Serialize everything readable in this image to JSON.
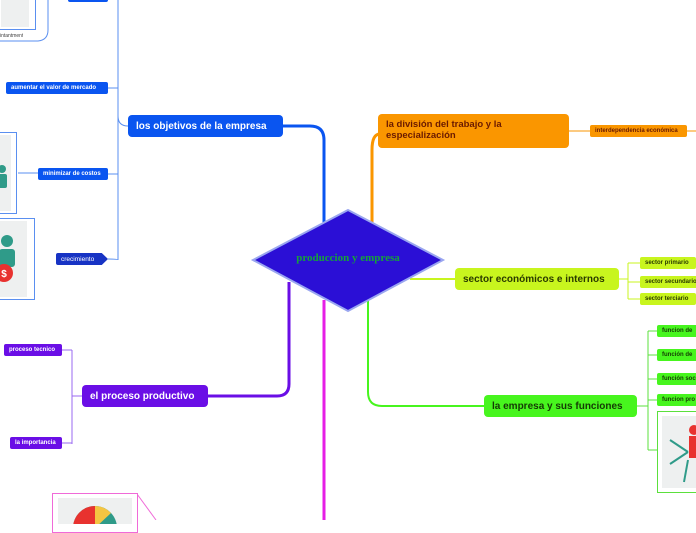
{
  "central": {
    "label": "produccion y empresa",
    "color": "#2b0fd6",
    "text_color": "#15a33a"
  },
  "branches": {
    "objetivos": {
      "label": "los objetivos de la empresa",
      "children": [
        "aumentar el valor de mercado",
        "minimizar de costos",
        "crecimiento"
      ],
      "top_fragment": "intantment"
    },
    "proceso": {
      "label": "el proceso productivo",
      "children": [
        "proceso tecnico",
        "la importancia"
      ]
    },
    "division": {
      "label": "la división del trabajo y la especialización",
      "children": [
        "interdependencia económica"
      ]
    },
    "sector": {
      "label": "sector económicos e internos",
      "children": [
        "sector primario",
        "sector secundario",
        "sector terciario"
      ]
    },
    "empresa": {
      "label": "la empresa y sus funciones",
      "children": [
        "funcion de",
        "función de",
        "función soc",
        "funcion pro"
      ]
    }
  },
  "colors": {
    "blue": "#0a55f0",
    "purple": "#6a0ee6",
    "orange": "#fa9600",
    "lime": "#c8f51e",
    "green": "#47f51e",
    "magenta": "#e61ee6"
  },
  "icons": [
    "person-icon",
    "money-person-icon",
    "pie-chart-icon",
    "network-person-icon"
  ]
}
